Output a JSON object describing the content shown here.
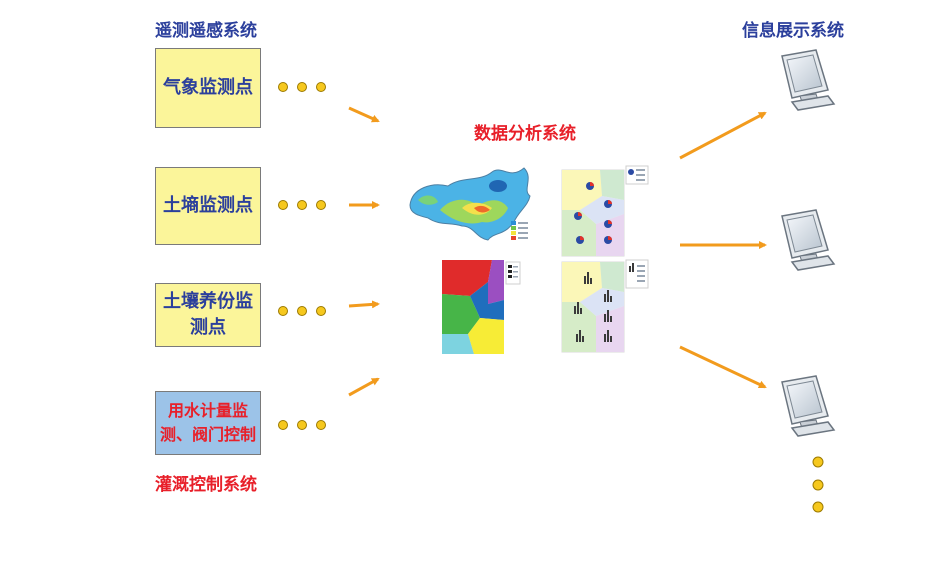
{
  "telemetry": {
    "title": "遥测遥感系统"
  },
  "boxes": {
    "weather": "气象监测点",
    "soil": "土墒监测点",
    "nutrient_line1": "土壤养份监",
    "nutrient_line2": "测点",
    "water_line1": "用水计量监",
    "water_line2": "测、阀门控制"
  },
  "irrigation": {
    "title": "灌溉控制系统"
  },
  "analysis": {
    "title": "数据分析系统"
  },
  "display": {
    "title": "信息展示系统"
  },
  "colors": {
    "blue_text": "#2b3f9c",
    "red_text": "#e8202a",
    "box_yellow": "#fbf59a",
    "box_blue": "#9cc3e8",
    "arrow": "#f29b1d",
    "dot": "#f6c81e"
  },
  "icons": [
    "monitor-icon",
    "map-thumbnail"
  ]
}
